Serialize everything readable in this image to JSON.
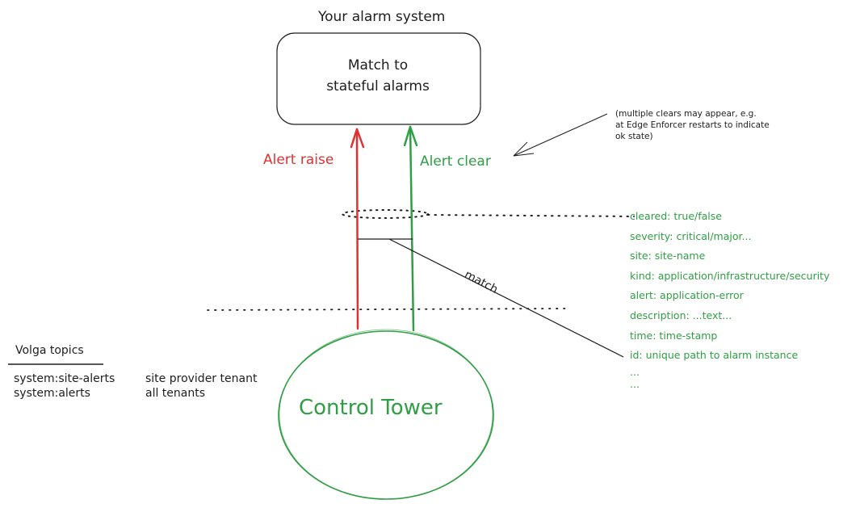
{
  "diagram": {
    "alarm_system": {
      "title": "Your alarm system",
      "box_line1": "Match to",
      "box_line2": "stateful alarms"
    },
    "note": {
      "line1": "(multiple clears may appear, e.g.",
      "line2": "at Edge Enforcer restarts to indicate",
      "line3": "ok state)"
    },
    "arrows": {
      "raise_label": "Alert raise",
      "clear_label": "Alert clear",
      "raise_color": "#e03131",
      "clear_color": "#2f9e44"
    },
    "match_label": "match",
    "alert_fields": [
      "cleared: true/false",
      "severity: critical/major...",
      "site: site-name",
      "kind: application/infrastructure/security",
      "alert: application-error",
      "description: ...text...",
      "time: time-stamp",
      "id: unique path to alarm instance",
      "...",
      "..."
    ],
    "volga": {
      "title": "Volga topics",
      "topics": [
        {
          "name": "system:site-alerts",
          "scope": "site provider tenant"
        },
        {
          "name": "system:alerts",
          "scope": "all tenants"
        }
      ]
    },
    "control_tower": {
      "label": "Control Tower",
      "color": "#2f9e44"
    }
  }
}
